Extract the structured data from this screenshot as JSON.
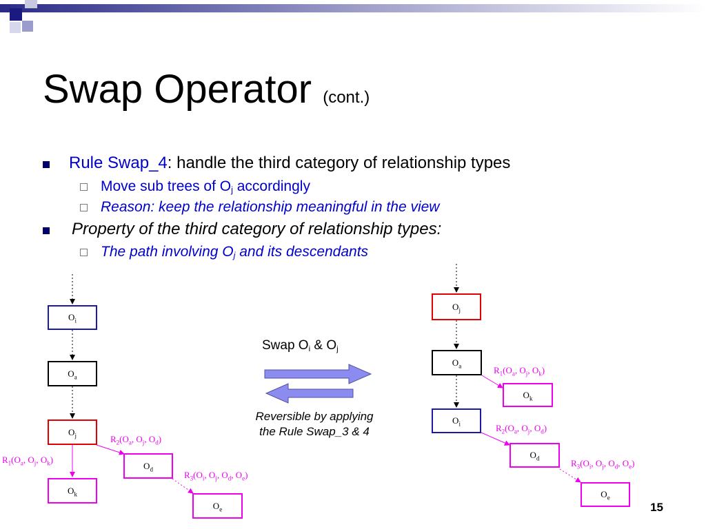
{
  "slide": {
    "title_main": "Swap Operator",
    "title_sub": "(cont.)",
    "page_number": "15"
  },
  "bullets": {
    "b1_rule": "Rule Swap_4",
    "b1_rest": ": handle the third category of relationship types",
    "b1a_pre": "Move sub trees of O",
    "b1a_sub": "j",
    "b1a_post": " accordingly",
    "b1b": "Reason: keep the relationship meaningful in the view",
    "b2": "Property of the third category of relationship types:",
    "b2a_pre": "The path involving O",
    "b2a_sub": "j",
    "b2a_post": " and its descendants"
  },
  "diagram": {
    "swap_label_pre": "Swap O",
    "swap_label_sub1": "i",
    "swap_label_mid": " & O",
    "swap_label_sub2": "j",
    "reversible_line1": "Reversible by applying",
    "reversible_line2": "the Rule Swap_3 & 4",
    "node_letter": "O",
    "left": {
      "n_oi": "i",
      "n_oa": "a",
      "n_oj": "j",
      "n_ok": "k",
      "n_od": "d",
      "n_oe": "e",
      "r2": {
        "r": "R",
        "n": "2",
        "args": [
          "a",
          "j",
          "d"
        ]
      },
      "r1": {
        "r": "R",
        "n": "1",
        "args": [
          "a",
          "j",
          "k"
        ]
      },
      "r3": {
        "r": "R",
        "n": "3",
        "args": [
          "i",
          "j",
          "d",
          "e"
        ]
      }
    },
    "right": {
      "n_oj": "j",
      "n_oa": "a",
      "n_ok": "k",
      "n_oi": "i",
      "n_od": "d",
      "n_oe": "e",
      "r1": {
        "r": "R",
        "n": "1",
        "args": [
          "a",
          "j",
          "k"
        ]
      },
      "r2": {
        "r": "R",
        "n": "2",
        "args": [
          "a",
          "j",
          "d"
        ]
      },
      "r3": {
        "r": "R",
        "n": "3",
        "args": [
          "i",
          "j",
          "d",
          "e"
        ]
      }
    }
  },
  "colors": {
    "bullet_blue": "#0000cc",
    "relation_magenta": "#ee00ee",
    "node_blue": "#1a1aa6",
    "node_red": "#e00000",
    "arrow_fill": "#8c8cf0",
    "corner_dark": "#1a1a80"
  }
}
